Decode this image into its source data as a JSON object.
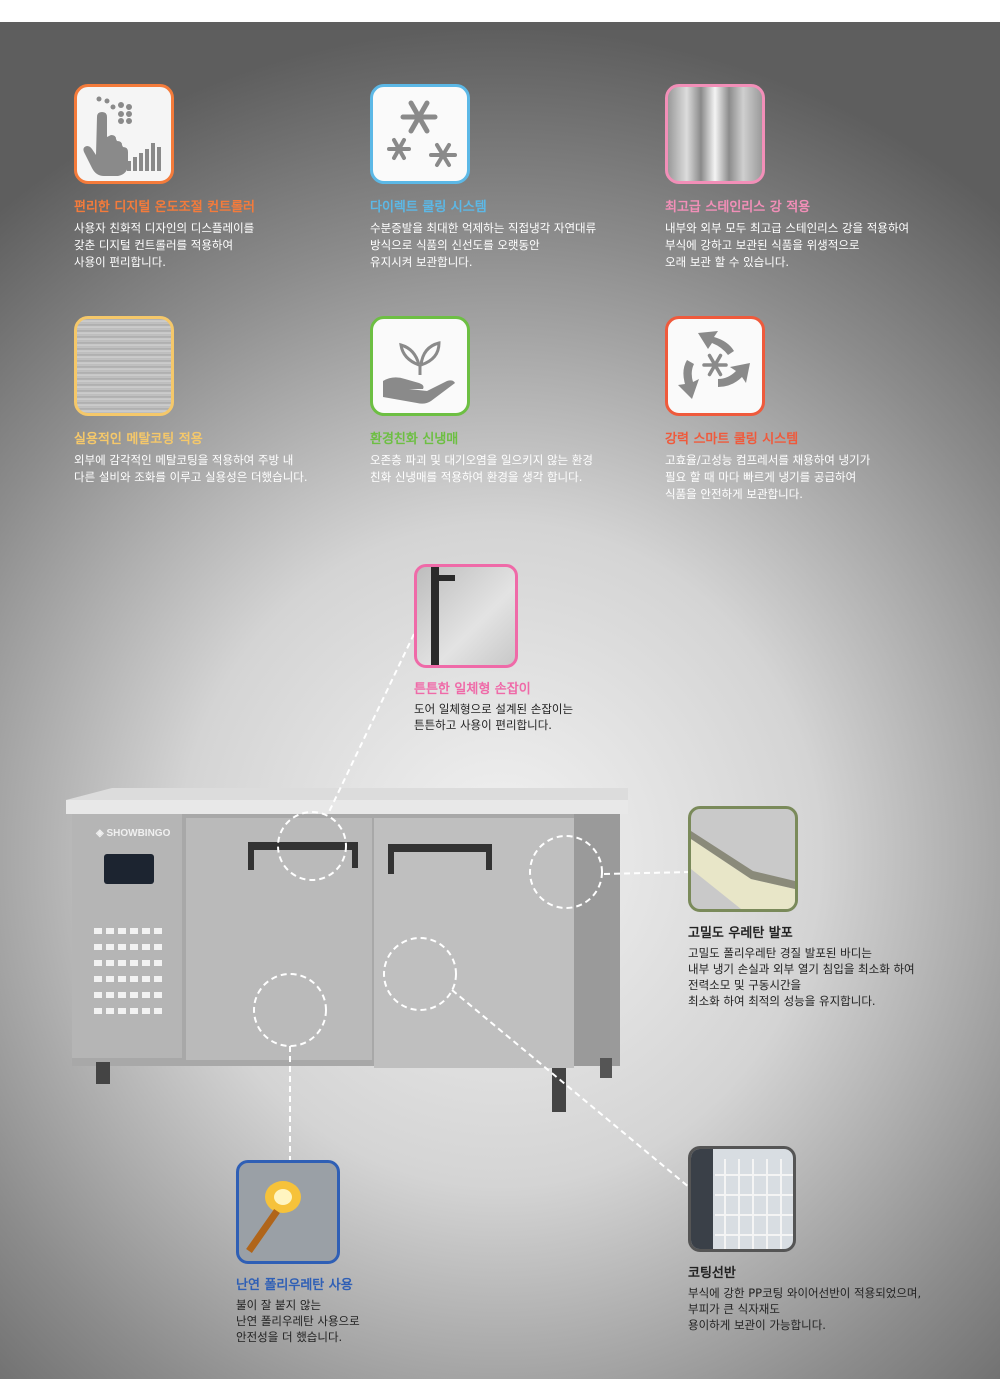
{
  "features": [
    {
      "id": "digital",
      "title": "편리한 디지털 온도조절 컨트롤러",
      "desc": "사용자 친화적 디자인의 디스플레이를\n갖춘 디지털 컨트롤러를 적용하여\n사용이 편리합니다.",
      "color": "#f47b3b",
      "icon": "touch-hand-icon"
    },
    {
      "id": "cooling",
      "title": "다이렉트 쿨링 시스템",
      "desc": "수분증발을 최대한 억제하는 직접냉각 자연대류\n방식으로 식품의 신선도를 오랫동안\n유지시켜 보관합니다.",
      "color": "#5cb8e6",
      "icon": "snowflake-icon"
    },
    {
      "id": "stainless",
      "title": "최고급 스테인리스 강 적용",
      "desc": "내부와 외부 모두 최고급 스테인리스 강을 적용하여\n부식에 강하고 보관된 식품을 위생적으로\n오래 보관 할 수 있습니다.",
      "color": "#f28fb8",
      "icon": "stainless-texture-icon"
    },
    {
      "id": "metal",
      "title": "실용적인 메탈코팅 적용",
      "desc": "외부에 감각적인 메탈코팅을 적용하여 주방 내\n다른 설비와 조화를 이루고 실용성은 더했습니다.",
      "color": "#f5c86a",
      "icon": "metal-texture-icon"
    },
    {
      "id": "eco",
      "title": "환경친화 신냉매",
      "desc": "오존층 파괴 및 대기오염을 일으키지 않는 환경\n친화 신냉매를 적용하여 환경을 생각 합니다.",
      "color": "#6dbf43",
      "icon": "leaf-hand-icon"
    },
    {
      "id": "smart",
      "title": "강력 스마트 쿨링 시스템",
      "desc": "고효율/고성능 컴프레서를 채용하여 냉기가\n필요 할 때 마다 빠르게 냉기를 공급하여\n식품을 안전하게 보관합니다.",
      "color": "#ef5a3c",
      "icon": "cycle-snowflake-icon"
    }
  ],
  "callouts": {
    "handle": {
      "title": "튼튼한 일체형 손잡이",
      "desc": "도어 일체형으로 설계된 손잡이는\n튼튼하고 사용이 편리합니다.",
      "color": "#ef6aa8"
    },
    "urethane": {
      "title": "고밀도 우레탄 발포",
      "desc": "고밀도 폴리우레탄 경질 발포된 바디는\n내부 냉기 손실과 외부 열기 침입을 최소화 하여\n전력소모 및 구동시간을\n최소화 하여 최적의 성능을 유지합니다.",
      "color": "#7a8a5a"
    },
    "flame": {
      "title": "난연 폴리우레탄 사용",
      "desc": "불이 잘 붙지 않는\n난연 폴리우레탄 사용으로\n안전성을 더 했습니다.",
      "color": "#2f5fb5"
    },
    "shelf": {
      "title": "코팅선반",
      "desc": "부식에 강한 PP코팅 와이어선반이 적용되었으며,\n부피가 큰 식자재도\n용이하게 보관이 가능합니다.",
      "color": "#555555"
    }
  },
  "product": {
    "brand": "SHOWBINGO"
  }
}
